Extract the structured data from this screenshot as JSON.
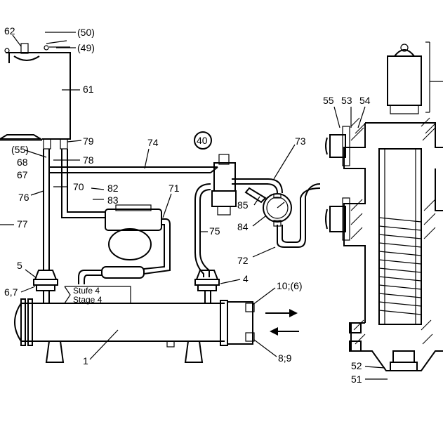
{
  "labels": {
    "l62": "62",
    "l50": "(50)",
    "l49": "(49)",
    "l61": "61",
    "l55a": "(55)",
    "l68": "68",
    "l67": "67",
    "l79": "79",
    "l78": "78",
    "l74": "74",
    "l40": "40",
    "l73": "73",
    "l76": "76",
    "l70": "70",
    "l82": "82",
    "l83": "83",
    "l71": "71",
    "l85": "85",
    "l84": "84",
    "l77": "77",
    "l75": "75",
    "l72": "72",
    "l5": "5",
    "l67b": "6,7",
    "l4": "4",
    "l106": "10;(6)",
    "stufe": "Stufe 4",
    "stage": "Stage 4",
    "l1": "1",
    "l89": "8;9",
    "l55": "55",
    "l53": "53",
    "l54": "54",
    "l52": "52",
    "l51": "51"
  }
}
